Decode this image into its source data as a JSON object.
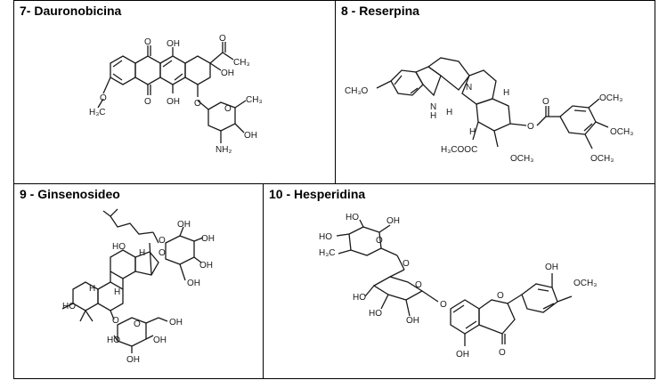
{
  "cells": [
    {
      "title": "7- Dauronobicina"
    },
    {
      "title": "8 - Reserpina"
    },
    {
      "title": "9 - Ginsenosideo"
    },
    {
      "title": "10 - Hesperidina"
    }
  ],
  "atoms": {
    "c7": {
      "o_top1": "O",
      "oh_top": "OH",
      "o_acetyl": "O",
      "ch3_acetyl": "CH₃",
      "oh_ring": "OH",
      "o_bottom1": "O",
      "oh_bottom": "OH",
      "o_glyc": "O",
      "o_sugar": "O",
      "ch3_sugar": "CH₃",
      "oh_sugar": "OH",
      "nh2": "NH₂",
      "o_methoxy": "O",
      "h3c": "H₃C"
    },
    "c8": {
      "ch3o": "CH₃O",
      "n_ring": "N",
      "nh": "N",
      "h_nh": "H",
      "h1": "H",
      "h2": "H",
      "h3": "H",
      "o_ester": "O",
      "o_carbonyl": "O",
      "och3_1": "OCH₃",
      "och3_2": "OCH₃",
      "och3_3": "OCH₃",
      "h3cooc": "H₃COOC",
      "och3_ring": "OCH₃"
    },
    "c9": {
      "ho_top": "HO",
      "h_a": "H",
      "o_top": "O",
      "o_sugar1": "O",
      "oh1": "OH",
      "oh2": "OH",
      "oh3": "OH",
      "oh4": "OH",
      "h_b": "H",
      "h_c": "H",
      "ho_left": "HO",
      "o_glyc": "O",
      "o_sugar2": "O",
      "oh5": "OH",
      "ho_s": "HO",
      "oh6": "OH",
      "oh7": "OH"
    },
    "c10": {
      "oh_top": "OH",
      "ho_top": "HO",
      "o_ring": "O",
      "h3c": "H₃C",
      "ho_a": "HO",
      "o_link": "O",
      "ho_b": "HO",
      "o_ring2": "O",
      "ho_c": "HO",
      "oh_g": "OH",
      "o_glyc": "O",
      "o_flav": "O",
      "oh_ar": "OH",
      "och3": "OCH₃",
      "oh_bottom": "OH",
      "o_ketone": "O"
    }
  }
}
